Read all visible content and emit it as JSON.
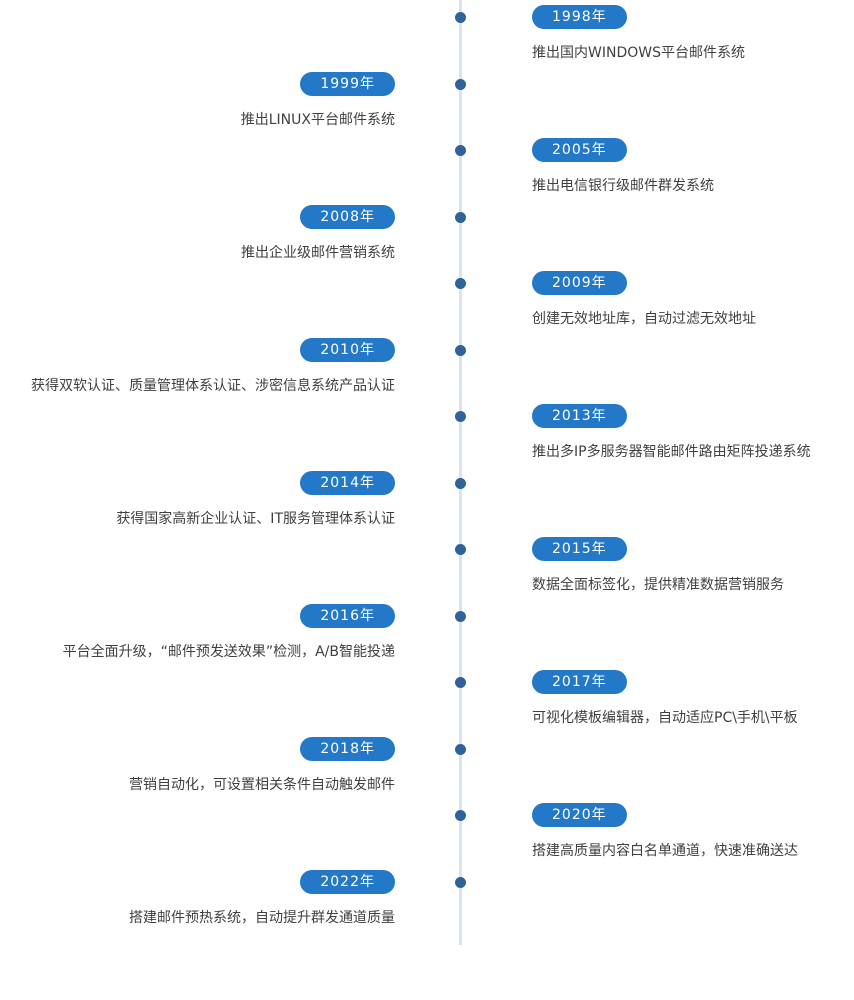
{
  "timeline": {
    "colors": {
      "badge_blue": "#2478c8",
      "dot_blue": "#2d6399",
      "line_light_blue": "#d9e3f0",
      "text_gray": "#404040"
    },
    "entries": [
      {
        "year": "1998年",
        "desc": "推出国内WINDOWS平台邮件系统",
        "side": "right"
      },
      {
        "year": "1999年",
        "desc": "推出LINUX平台邮件系统",
        "side": "left"
      },
      {
        "year": "2005年",
        "desc": "推出电信银行级邮件群发系统",
        "side": "right"
      },
      {
        "year": "2008年",
        "desc": "推出企业级邮件营销系统",
        "side": "left"
      },
      {
        "year": "2009年",
        "desc": "创建无效地址库，自动过滤无效地址",
        "side": "right"
      },
      {
        "year": "2010年",
        "desc": "获得双软认证、质量管理体系认证、涉密信息系统产品认证",
        "side": "left"
      },
      {
        "year": "2013年",
        "desc": "推出多IP多服务器智能邮件路由矩阵投递系统",
        "side": "right"
      },
      {
        "year": "2014年",
        "desc": "获得国家高新企业认证、IT服务管理体系认证",
        "side": "left"
      },
      {
        "year": "2015年",
        "desc": "数据全面标签化，提供精准数据营销服务",
        "side": "right"
      },
      {
        "year": "2016年",
        "desc": "平台全面升级，“邮件预发送效果”检测，A/B智能投递",
        "side": "left"
      },
      {
        "year": "2017年",
        "desc": "可视化模板编辑器，自动适应PC\\手机\\平板",
        "side": "right"
      },
      {
        "year": "2018年",
        "desc": "营销自动化，可设置相关条件自动触发邮件",
        "side": "left"
      },
      {
        "year": "2020年",
        "desc": "搭建高质量内容白名单通道，快速准确送达",
        "side": "right"
      },
      {
        "year": "2022年",
        "desc": "搭建邮件预热系统，自动提升群发通道质量",
        "side": "left"
      }
    ]
  }
}
